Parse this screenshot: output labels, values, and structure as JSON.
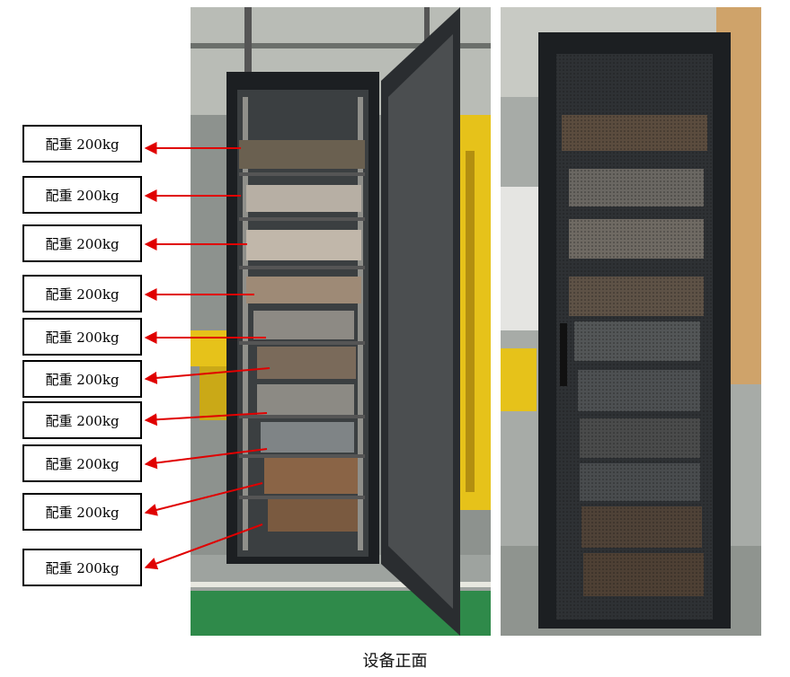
{
  "labels": [
    {
      "text": "配重 200kg"
    },
    {
      "text": "配重 200kg"
    },
    {
      "text": "配重 200kg"
    },
    {
      "text": "配重 200kg"
    },
    {
      "text": "配重 200kg"
    },
    {
      "text": "配重 200kg"
    },
    {
      "text": "配重 200kg"
    },
    {
      "text": "配重 200kg"
    },
    {
      "text": "配重 200kg"
    },
    {
      "text": "配重 200kg"
    }
  ],
  "caption": "设备正面",
  "colors": {
    "arrow": "#e00000",
    "cabinet": "#1c1f22",
    "floor_green": "#2f8a4a",
    "forklift_yellow": "#e6c21a"
  }
}
